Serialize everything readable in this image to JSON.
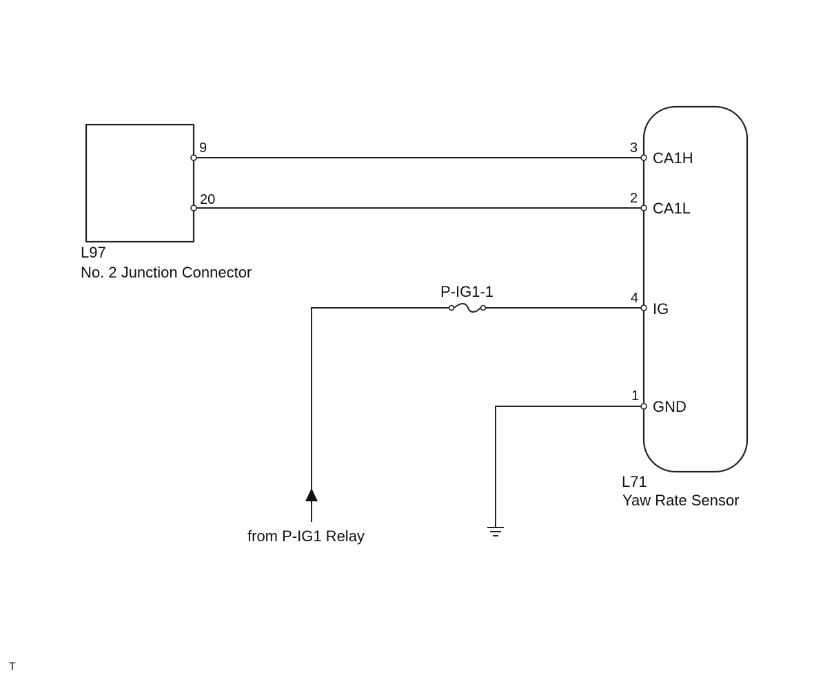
{
  "junction_connector": {
    "code": "L97",
    "name": "No. 2 Junction Connector",
    "pins": [
      "9",
      "20"
    ]
  },
  "yaw_rate_sensor": {
    "code": "L71",
    "name": "Yaw Rate Sensor",
    "pins": [
      {
        "number": "3",
        "signal": "CA1H"
      },
      {
        "number": "2",
        "signal": "CA1L"
      },
      {
        "number": "4",
        "signal": "IG"
      },
      {
        "number": "1",
        "signal": "GND"
      }
    ]
  },
  "fuse": {
    "label": "P-IG1-1"
  },
  "power_source": {
    "label": "from P-IG1 Relay"
  },
  "corner_mark": "T"
}
